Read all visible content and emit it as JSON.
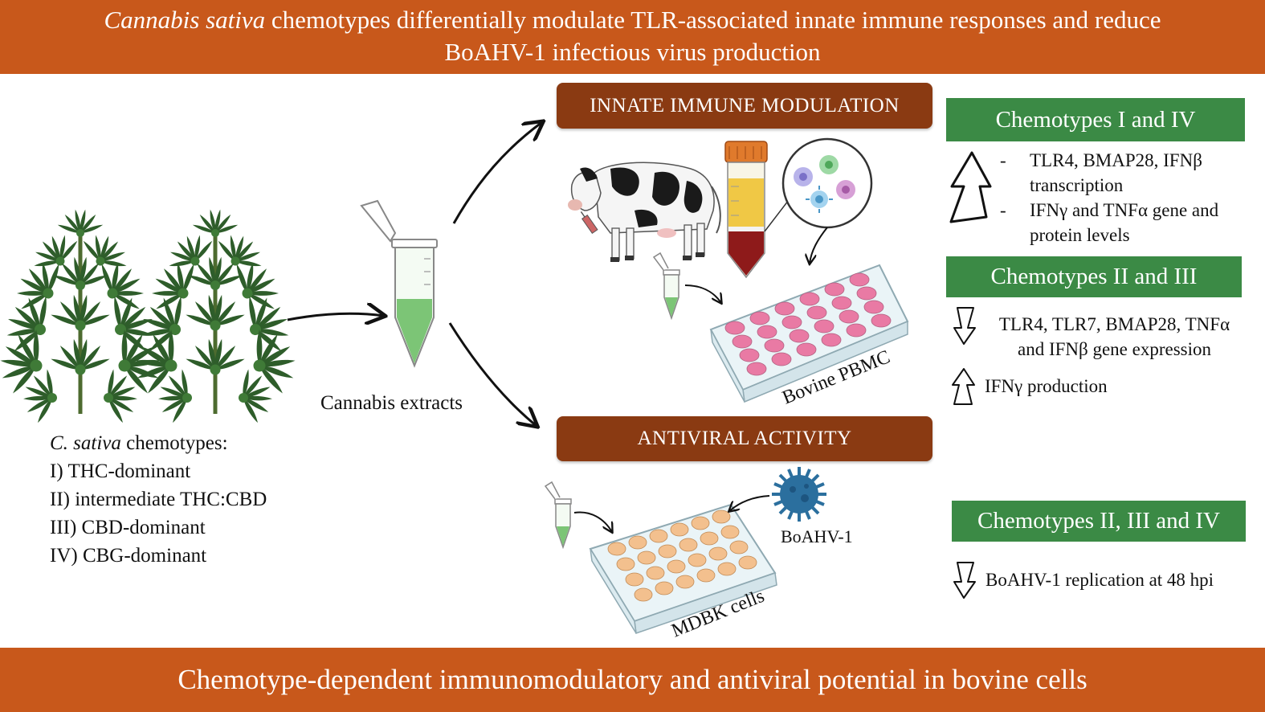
{
  "title": {
    "italic": "Cannabis sativa",
    "line1_rest": " chemotypes differentially modulate TLR-associated innate immune responses and reduce",
    "line2": "BoAHV-1 infectious virus production"
  },
  "footer": "Chemotype-dependent immunomodulatory and antiviral potential in bovine cells",
  "left": {
    "extracts_label": "Cannabis extracts",
    "chemotypes_italic": "C. sativa",
    "chemotypes_rest": " chemotypes:",
    "chemotype_list": [
      "I) THC-dominant",
      "II) intermediate THC:CBD",
      "III) CBD-dominant",
      "IV) CBG-dominant"
    ]
  },
  "middle": {
    "innate_header": "INNATE IMMUNE MODULATION",
    "antiviral_header": "ANTIVIRAL ACTIVITY",
    "pbmc_label": "Bovine PBMC",
    "mdbk_label": "MDBK cells",
    "virus_label": "BoAHV-1"
  },
  "right": {
    "group1": {
      "header": "Chemotypes I and IV",
      "direction": "up",
      "bullets": [
        {
          "dash": "-",
          "line1": "TLR4, BMAP28, IFNβ",
          "line2": "transcription"
        },
        {
          "dash": "-",
          "line1": "IFNγ and TNFα gene and",
          "line2": "protein levels"
        }
      ]
    },
    "group2": {
      "header": "Chemotypes II and III",
      "down_line1": "TLR4, TLR7, BMAP28, TNFα",
      "down_line2": "and IFNβ gene expression",
      "up_text": "IFNγ production"
    },
    "group3": {
      "header": "Chemotypes II, III and IV",
      "down_text": "BoAHV-1 replication at 48 hpi"
    }
  },
  "colors": {
    "band": "#c8581b",
    "dark_header": "#8a3a12",
    "green_header": "#3b8a45",
    "extract_green": "#7cc576",
    "pbmc_well": "#e97aa4",
    "mdbk_well": "#f3c08e",
    "virus": "#2b6f9e"
  }
}
